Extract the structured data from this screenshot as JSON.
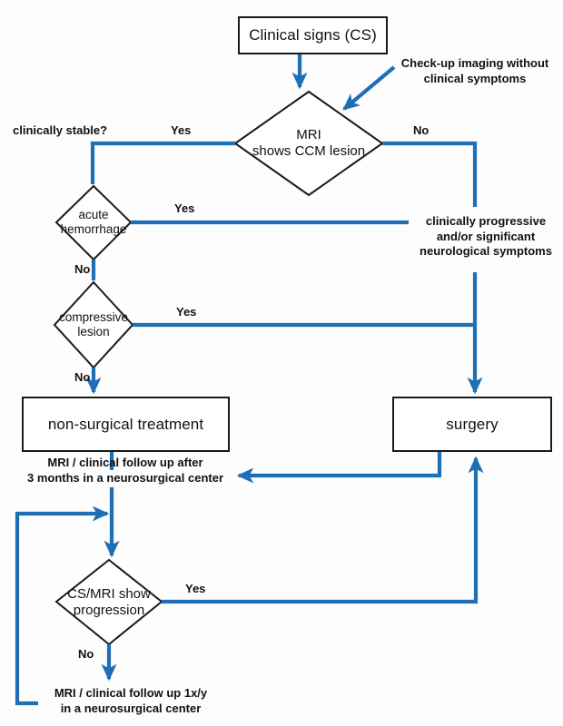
{
  "diagram": {
    "title": "CCM management flowchart",
    "accent_color": "#1f6fb5",
    "outline_color": "#1a1a1a",
    "background_color": "#fdfdfd"
  },
  "nodes": {
    "clinical_signs": {
      "label": "Clinical signs (CS)",
      "shape": "box"
    },
    "mri_lesion": {
      "label_line1": "MRI",
      "label_line2": "shows CCM lesion",
      "shape": "diamond"
    },
    "acute_hemorrhage": {
      "label_line1": "acute",
      "label_line2": "hemorrhage",
      "shape": "diamond"
    },
    "compressive_lesion": {
      "label_line1": "compressive",
      "label_line2": "lesion",
      "shape": "diamond"
    },
    "non_surgical": {
      "label": "non-surgical treatment",
      "shape": "box"
    },
    "surgery": {
      "label": "surgery",
      "shape": "box"
    },
    "cs_mri_progression": {
      "label_line1": "CS/MRI show",
      "label_line2": "progression",
      "shape": "diamond"
    }
  },
  "edge_labels": {
    "mri_yes": "Yes",
    "mri_no": "No",
    "hemorrhage_yes": "Yes",
    "hemorrhage_no": "No",
    "compressive_yes": "Yes",
    "compressive_no": "No",
    "progression_yes": "Yes",
    "progression_no": "No"
  },
  "annotations": {
    "clinically_stable": "clinically stable?",
    "checkup_imaging": "Check-up imaging without\nclinical symptoms",
    "clinically_progressive": "clinically progressive\nand/or significant\nneurological symptoms",
    "followup_3months": "MRI / clinical follow up after\n3 months in a neurosurgical center",
    "followup_1xy": "MRI / clinical follow up  1x/y\nin a neurosurgical center"
  }
}
